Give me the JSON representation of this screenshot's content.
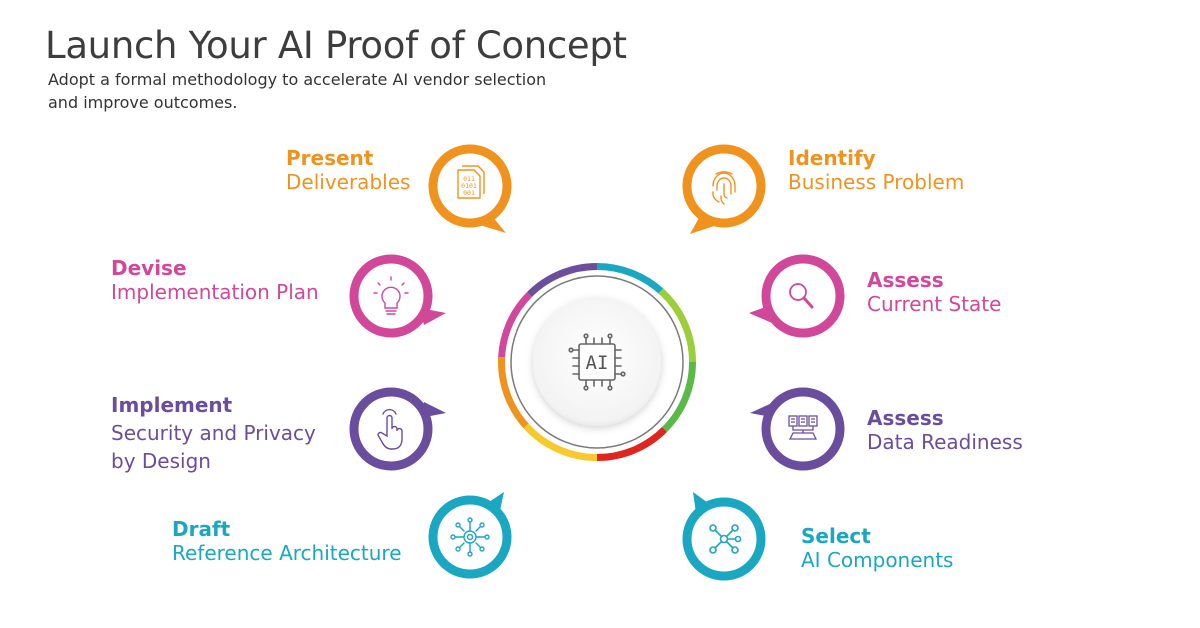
{
  "header": {
    "title": "Launch Your AI Proof of Concept",
    "subtitle_line1": "Adopt a formal methodology to accelerate AI vendor selection",
    "subtitle_line2": "and improve outcomes."
  },
  "center": {
    "label": "AI",
    "icon": "ai-chip-icon"
  },
  "colors": {
    "orange": "#f0931e",
    "magenta": "#d1489a",
    "purple": "#6b4d9e",
    "teal": "#1aa7c2",
    "green_light": "#9ccd3a",
    "green": "#5bb947",
    "red": "#e0251e",
    "yellow": "#f8c92d",
    "purple_ring": "#6c4f9c"
  },
  "steps": [
    {
      "title": "Present",
      "subtitle": "Deliverables",
      "icon": "binary-document-icon",
      "color": "#f0931e"
    },
    {
      "title": "Identify",
      "subtitle": "Business Problem",
      "icon": "fingerprint-icon",
      "color": "#f0931e"
    },
    {
      "title": "Devise",
      "subtitle": "Implementation Plan",
      "icon": "lightbulb-icon",
      "color": "#d1489a"
    },
    {
      "title": "Assess",
      "subtitle": "Current State",
      "icon": "magnifier-icon",
      "color": "#d1489a"
    },
    {
      "title": "Implement",
      "subtitle": "Security and Privacy\nby Design",
      "icon": "hand-pointer-icon",
      "color": "#6b4d9e"
    },
    {
      "title": "Assess",
      "subtitle": "Data Readiness",
      "icon": "data-files-icon",
      "color": "#6b4d9e"
    },
    {
      "title": "Draft",
      "subtitle": "Reference Architecture",
      "icon": "gear-network-icon",
      "color": "#1aa7c2"
    },
    {
      "title": "Select",
      "subtitle": "AI Components",
      "icon": "network-nodes-icon",
      "color": "#1aa7c2"
    }
  ]
}
